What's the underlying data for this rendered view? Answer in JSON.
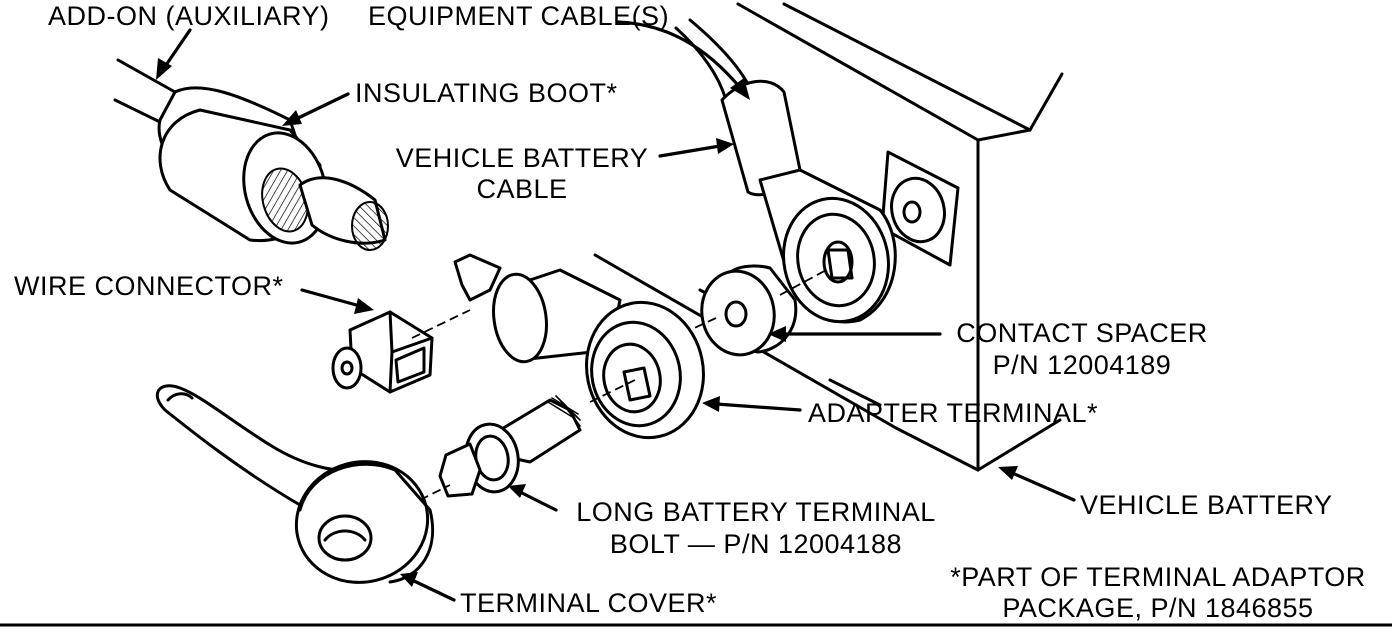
{
  "labels": {
    "addon_cable": "ADD-ON (AUXILIARY)",
    "equipment_cable": "EQUIPMENT CABLE(S)",
    "insulating_boot": "INSULATING BOOT*",
    "vehicle_battery_cable_l1": "VEHICLE BATTERY",
    "vehicle_battery_cable_l2": "CABLE",
    "wire_connector": "WIRE CONNECTOR*",
    "contact_spacer_l1": "CONTACT SPACER",
    "contact_spacer_l2": "P/N 12004189",
    "adapter_terminal": "ADAPTER TERMINAL*",
    "vehicle_battery": "VEHICLE BATTERY",
    "long_bolt_l1": "LONG BATTERY TERMINAL",
    "long_bolt_l2": "BOLT — P/N 12004188",
    "terminal_cover": "TERMINAL COVER*",
    "footnote_l1": "*PART OF TERMINAL ADAPTOR",
    "footnote_l2": "PACKAGE, P/N 1846855"
  },
  "colors": {
    "ink": "#000000",
    "paper": "#ffffff"
  }
}
